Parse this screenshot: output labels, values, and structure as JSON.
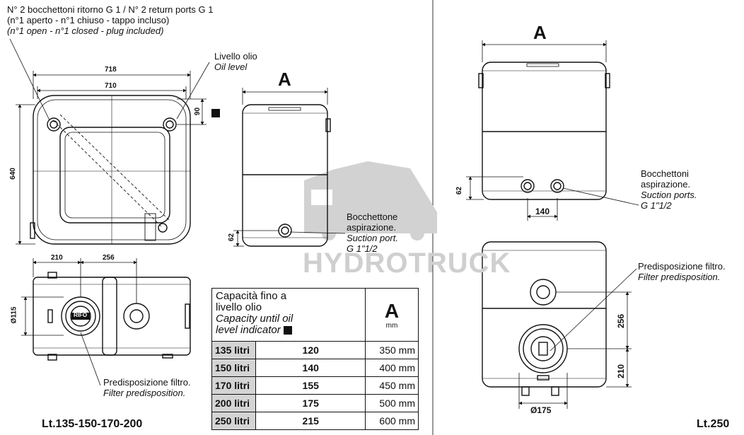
{
  "labels": {
    "return_ports_1": "N° 2 bocchettoni ritorno G 1 / N° 2 return ports G 1",
    "return_ports_2": "(n°1 aperto - n°1 chiuso - tappo incluso)",
    "return_ports_3": "(n°1 open - n°1 closed - plug included)",
    "oil_level_it": "Livello olio",
    "oil_level_en": "Oil level",
    "suction_port_it_1": "Bocchettone",
    "suction_port_it_2": "aspirazione.",
    "suction_port_en": "Suction port.",
    "suction_port_size": "G 1\"1/2",
    "filter_left_it": "Predisposizione filtro.",
    "filter_left_en": "Filter predisposition.",
    "suction_ports_it_1": "Bocchettoni",
    "suction_ports_it_2": "aspirazione.",
    "suction_ports_en": "Suction ports.",
    "suction_ports_size": "G 1\"1/2",
    "filter_right_it": "Predisposizione filtro.",
    "filter_right_en": "Filter predisposition."
  },
  "dimensions": {
    "w718": "718",
    "w710": "710",
    "h640": "640",
    "h90": "90",
    "w210": "210",
    "w256": "256",
    "d115": "115",
    "h62_left": "62",
    "h62_right": "62",
    "w140": "140",
    "h256_right": "256",
    "h210_right": "210",
    "d175": "175",
    "diam_symbol": "Ø"
  },
  "view_labels": {
    "a_left": "A",
    "a_right": "A"
  },
  "models": {
    "left": "Lt.135-150-170-200",
    "right": "Lt.250"
  },
  "watermark": "HYDROTRUCK",
  "filter_badge": "RIFO",
  "table": {
    "header_it": [
      "Capacità fino a",
      "livello olio"
    ],
    "header_en": [
      "Capacity until oil",
      "level indicator"
    ],
    "header_a": "A",
    "header_unit": "mm",
    "rows": [
      {
        "name": "135 litri",
        "value": "120",
        "a": "350 mm"
      },
      {
        "name": "150 litri",
        "value": "140",
        "a": "400 mm"
      },
      {
        "name": "170 litri",
        "value": "155",
        "a": "450 mm"
      },
      {
        "name": "200 litri",
        "value": "175",
        "a": "500 mm"
      },
      {
        "name": "250 litri",
        "value": "215",
        "a": "600 mm"
      }
    ]
  }
}
